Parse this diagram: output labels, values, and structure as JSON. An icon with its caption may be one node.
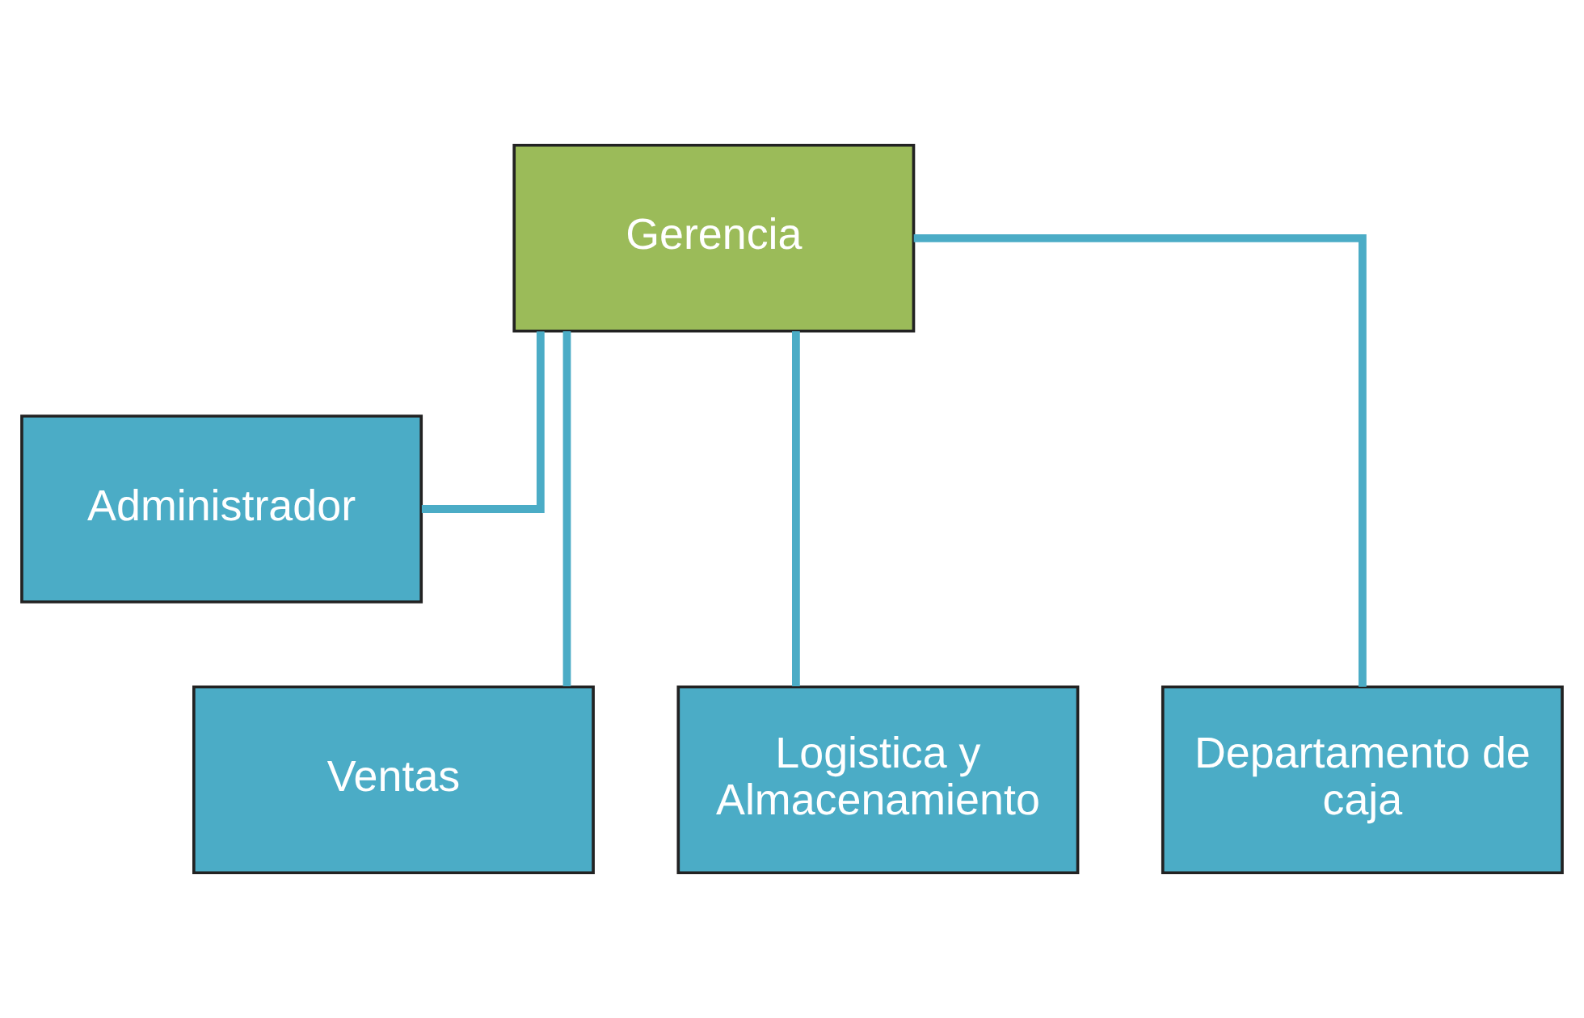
{
  "diagram": {
    "nodes": [
      {
        "text": [
          "Gerencia"
        ]
      },
      {
        "text": [
          "Administrador"
        ]
      },
      {
        "text": [
          "Ventas"
        ]
      },
      {
        "text": [
          "Logistica y Almacenamiento"
        ]
      },
      {
        "text": [
          "Departamento de caja"
        ]
      }
    ],
    "edges": [
      {
        "from": 0,
        "to": 1,
        "arrow": "none"
      },
      {
        "from": 0,
        "to": 2,
        "arrow": "none"
      },
      {
        "from": 0,
        "to": 3,
        "arrow": "none"
      },
      {
        "from": 0,
        "to": 4,
        "arrow": "none"
      }
    ]
  }
}
